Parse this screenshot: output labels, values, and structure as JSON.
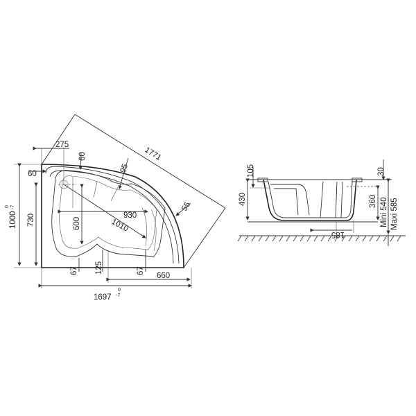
{
  "title": "Corner bathtub technical drawing",
  "plan_view": {
    "dimensions": {
      "diagonal": "1771",
      "top_offset": "275",
      "rim_top": "60",
      "rim_left": "60",
      "rim_curve": "95",
      "rim_right": "55",
      "inner_width": "930",
      "inner_diagonal": "1010",
      "inner_depth": "600",
      "inner_height": "730",
      "outer_height": "1000",
      "outer_height_tol_upper": "0",
      "outer_height_tol_lower": "-7",
      "bottom_left_gap": "67",
      "bottom_mid_gap": "125",
      "bottom_right_gap": "67",
      "right_section": "660",
      "overall_length": "1697",
      "overall_length_tol_upper": "0",
      "overall_length_tol_lower": "-7"
    }
  },
  "side_view": {
    "dimensions": {
      "rim_offset": "105",
      "depth": "430",
      "edge": "30",
      "inner_depth": "360",
      "foot_offset": "185",
      "height_min": "Mini 540",
      "height_max": "Maxi 585"
    }
  }
}
